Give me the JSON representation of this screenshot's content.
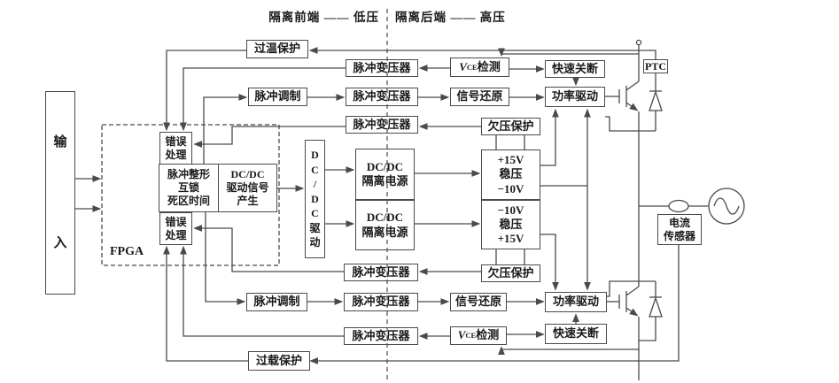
{
  "title": {
    "left": "隔离前端 —— 低压",
    "right": "隔离后端 —— 高压"
  },
  "colors": {
    "line": "#4a4a4a",
    "text": "#1a1a1a",
    "background": "#ffffff"
  },
  "boxes": {
    "input": {
      "lines": [
        "输",
        "入"
      ]
    },
    "fpga_label": "FPGA",
    "error_handling": {
      "lines": [
        "错误",
        "处理"
      ]
    },
    "pulse_shaping": {
      "lines": [
        "脉冲整形",
        "互锁",
        "死区时间"
      ]
    },
    "dcdc_signal": {
      "lines": [
        "DC/DC",
        "驱动信号",
        "产生"
      ]
    },
    "dcdc_drive": {
      "chars": [
        "D",
        "C",
        "/",
        "D",
        "C",
        "驱",
        "动"
      ]
    },
    "iso_power": {
      "lines": [
        "DC/DC",
        "隔离电源"
      ]
    },
    "regulator_top": {
      "lines": [
        "+15V",
        "稳压",
        "−10V"
      ]
    },
    "regulator_bottom": {
      "lines": [
        "−10V",
        "稳压",
        "+15V"
      ]
    },
    "undervoltage_protect": "欠压保护",
    "overtemp_protect": "过温保护",
    "overload_protect": "过载保护",
    "pulse_modulation": "脉冲调制",
    "pulse_transformer": "脉冲变压器",
    "signal_restore": "信号还原",
    "vce_detect": {
      "v": "V",
      "sub": "CE",
      "rest": "检测"
    },
    "fast_shutdown": "快速关断",
    "power_drive": "功率驱动",
    "ptc": "PTC",
    "current_sensor": {
      "lines": [
        "电流",
        "传感器"
      ]
    }
  }
}
